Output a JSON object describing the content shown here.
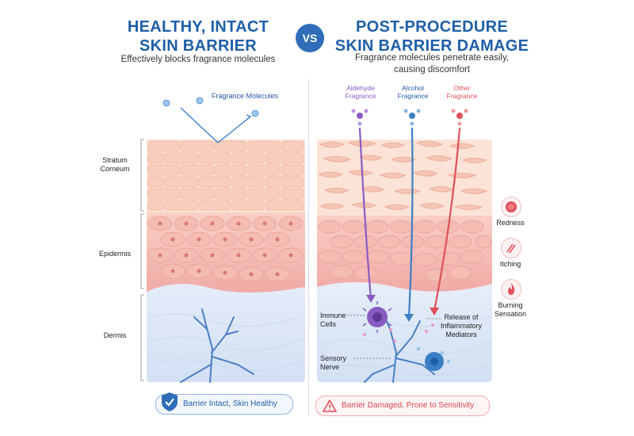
{
  "left": {
    "title_line1": "HEALTHY, INTACT",
    "title_line2": "SKIN BARRIER",
    "subtitle": "Effectively blocks fragrance molecules",
    "molecules_label": "Fragrance Molecules",
    "layers": {
      "stratum_corneum_line1": "Stratum",
      "stratum_corneum_line2": "Corneum",
      "epidermis": "Epidermis",
      "dermis": "Dermis"
    },
    "badge": "Barrier Intact, Skin Healthy"
  },
  "vs": "VS",
  "right": {
    "title_line1": "POST-PROCEDURE",
    "title_line2": "SKIN BARRIER DAMAGE",
    "subtitle_line1": "Fragrance molecules penetrate easily,",
    "subtitle_line2": "causing discomfort",
    "fragrances": [
      {
        "line1": "Aldehyde",
        "line2": "Fragrance",
        "color": "#8a5cc2"
      },
      {
        "line1": "Alcohol",
        "line2": "Fragrance",
        "color": "#3a7fc4"
      },
      {
        "line1": "Other",
        "line2": "Fragrance",
        "color": "#e0505a"
      }
    ],
    "annotations": {
      "immune_line1": "Immune",
      "immune_line2": "Cells",
      "release_line1": "Release of",
      "release_line2": "Inflammatory",
      "release_line3": "Mediators",
      "nerve_line1": "Sensory",
      "nerve_line2": "Nerve"
    },
    "symptoms": [
      {
        "line1": "Redness",
        "line2": "",
        "icon": "redness-icon"
      },
      {
        "line1": "Itching",
        "line2": "",
        "icon": "itching-icon"
      },
      {
        "line1": "Burning",
        "line2": "Sensation",
        "icon": "flame-icon"
      }
    ],
    "badge": "Barrier Damaged, Prone to Sensitivity"
  },
  "colors": {
    "title_blue": "#1f5fa8",
    "alert_red": "#e0505a",
    "skin_peach": "#f6c9b8",
    "epidermis_pink": "#f2b6b0",
    "dermis_blue": "#dde8f7"
  }
}
